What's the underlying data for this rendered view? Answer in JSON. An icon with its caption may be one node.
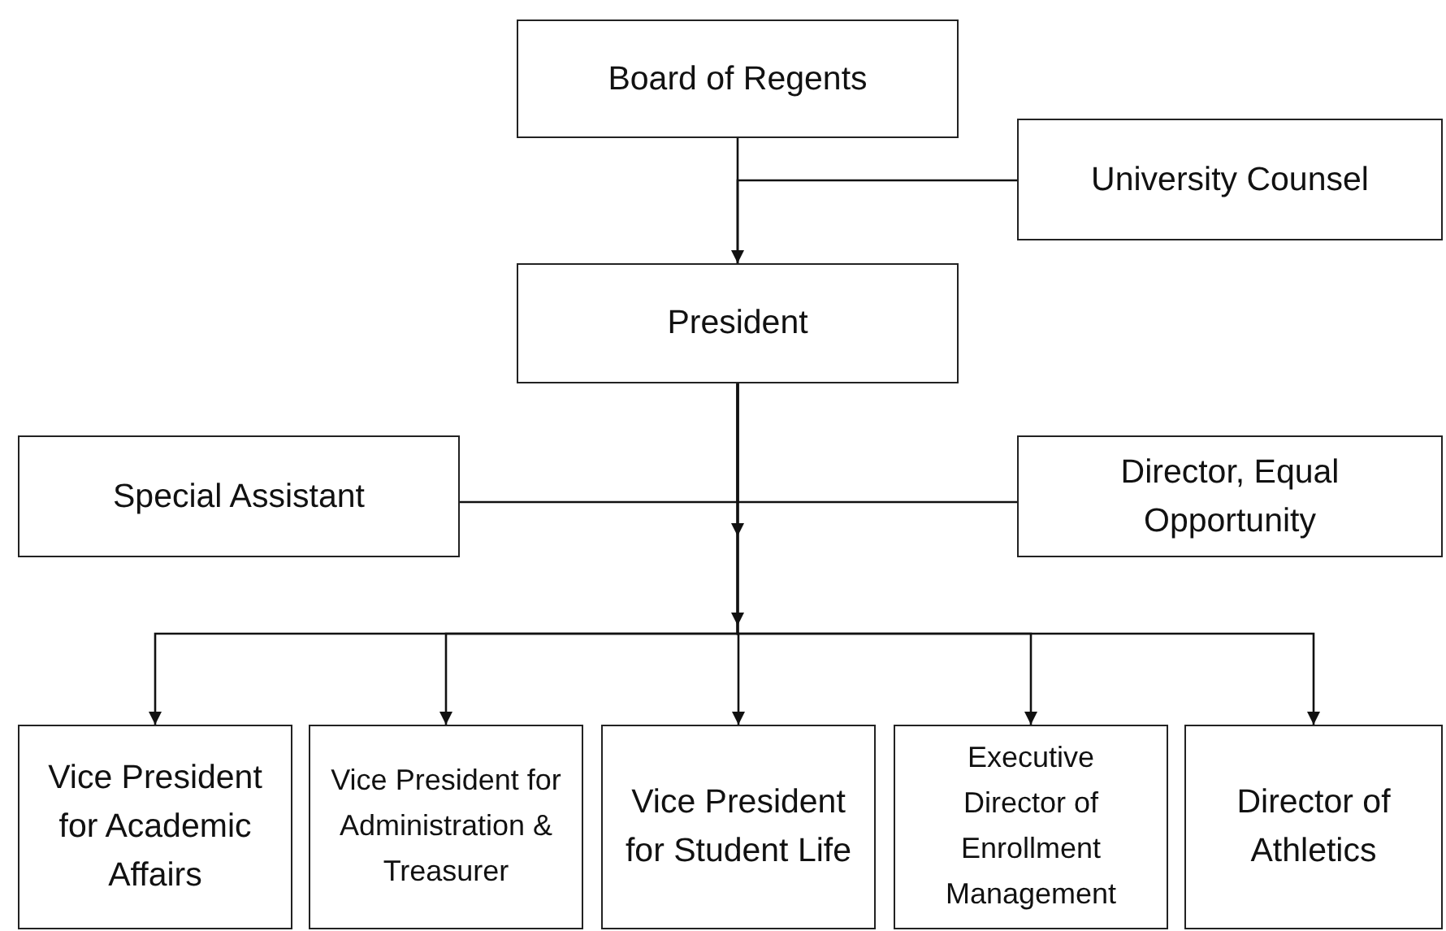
{
  "diagram": {
    "nodes": [
      {
        "text": [
          "Board of Regents"
        ]
      },
      {
        "text": [
          "University Counsel"
        ]
      },
      {
        "text": [
          "President"
        ]
      },
      {
        "text": [
          "Special Assistant"
        ]
      },
      {
        "text": [
          "Director, Equal Opportunity"
        ]
      },
      {
        "text": [
          "Vice President for Academic Affairs"
        ]
      },
      {
        "text": [
          "Vice President for Administration & Treasurer"
        ]
      },
      {
        "text": [
          "Vice President for Student Life"
        ]
      },
      {
        "text": [
          "Executive Director of Enrollment Management"
        ]
      },
      {
        "text": [
          "Director of Athletics"
        ]
      }
    ],
    "edges": [
      {
        "from": 0,
        "to": 2,
        "arrow": "to"
      },
      {
        "from": 1,
        "to": 2,
        "arrow": "none"
      },
      {
        "from": 3,
        "to": 2,
        "arrow": "none"
      },
      {
        "from": 4,
        "to": 2,
        "arrow": "none"
      },
      {
        "from": 2,
        "to": 5,
        "arrow": "to"
      },
      {
        "from": 2,
        "to": 6,
        "arrow": "to"
      },
      {
        "from": 2,
        "to": 7,
        "arrow": "to"
      },
      {
        "from": 2,
        "to": 8,
        "arrow": "to"
      },
      {
        "from": 2,
        "to": 9,
        "arrow": "to"
      }
    ]
  }
}
